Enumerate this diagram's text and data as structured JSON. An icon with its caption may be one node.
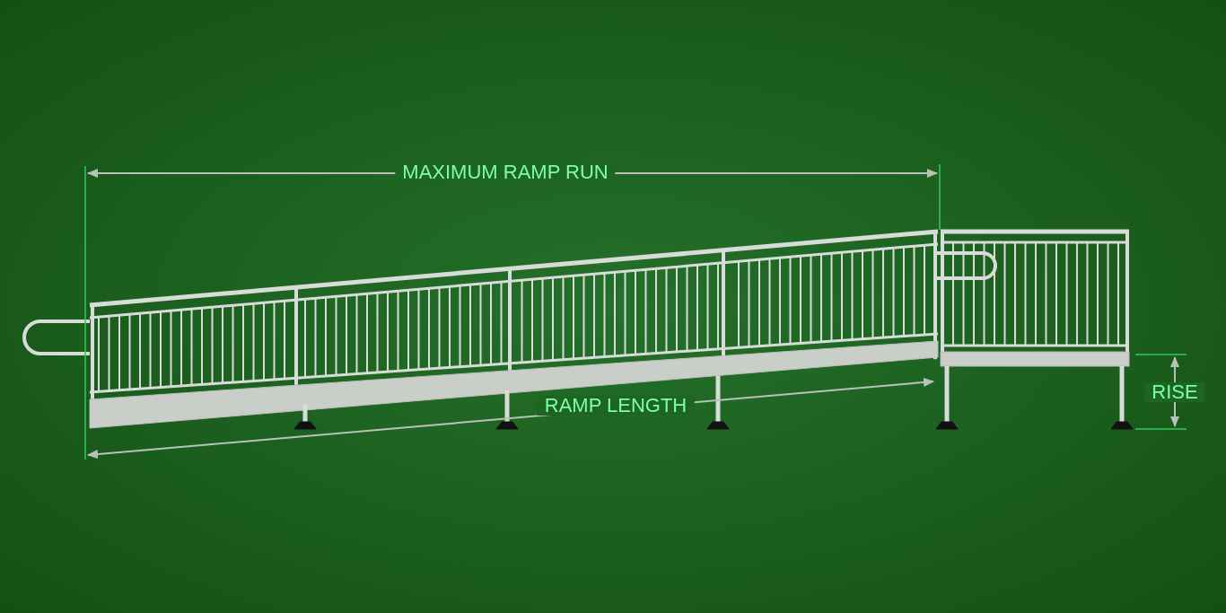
{
  "diagram": {
    "labels": [
      "MAXIMUM RAMP RUN",
      "RAMP LENGTH",
      "RISE"
    ]
  }
}
